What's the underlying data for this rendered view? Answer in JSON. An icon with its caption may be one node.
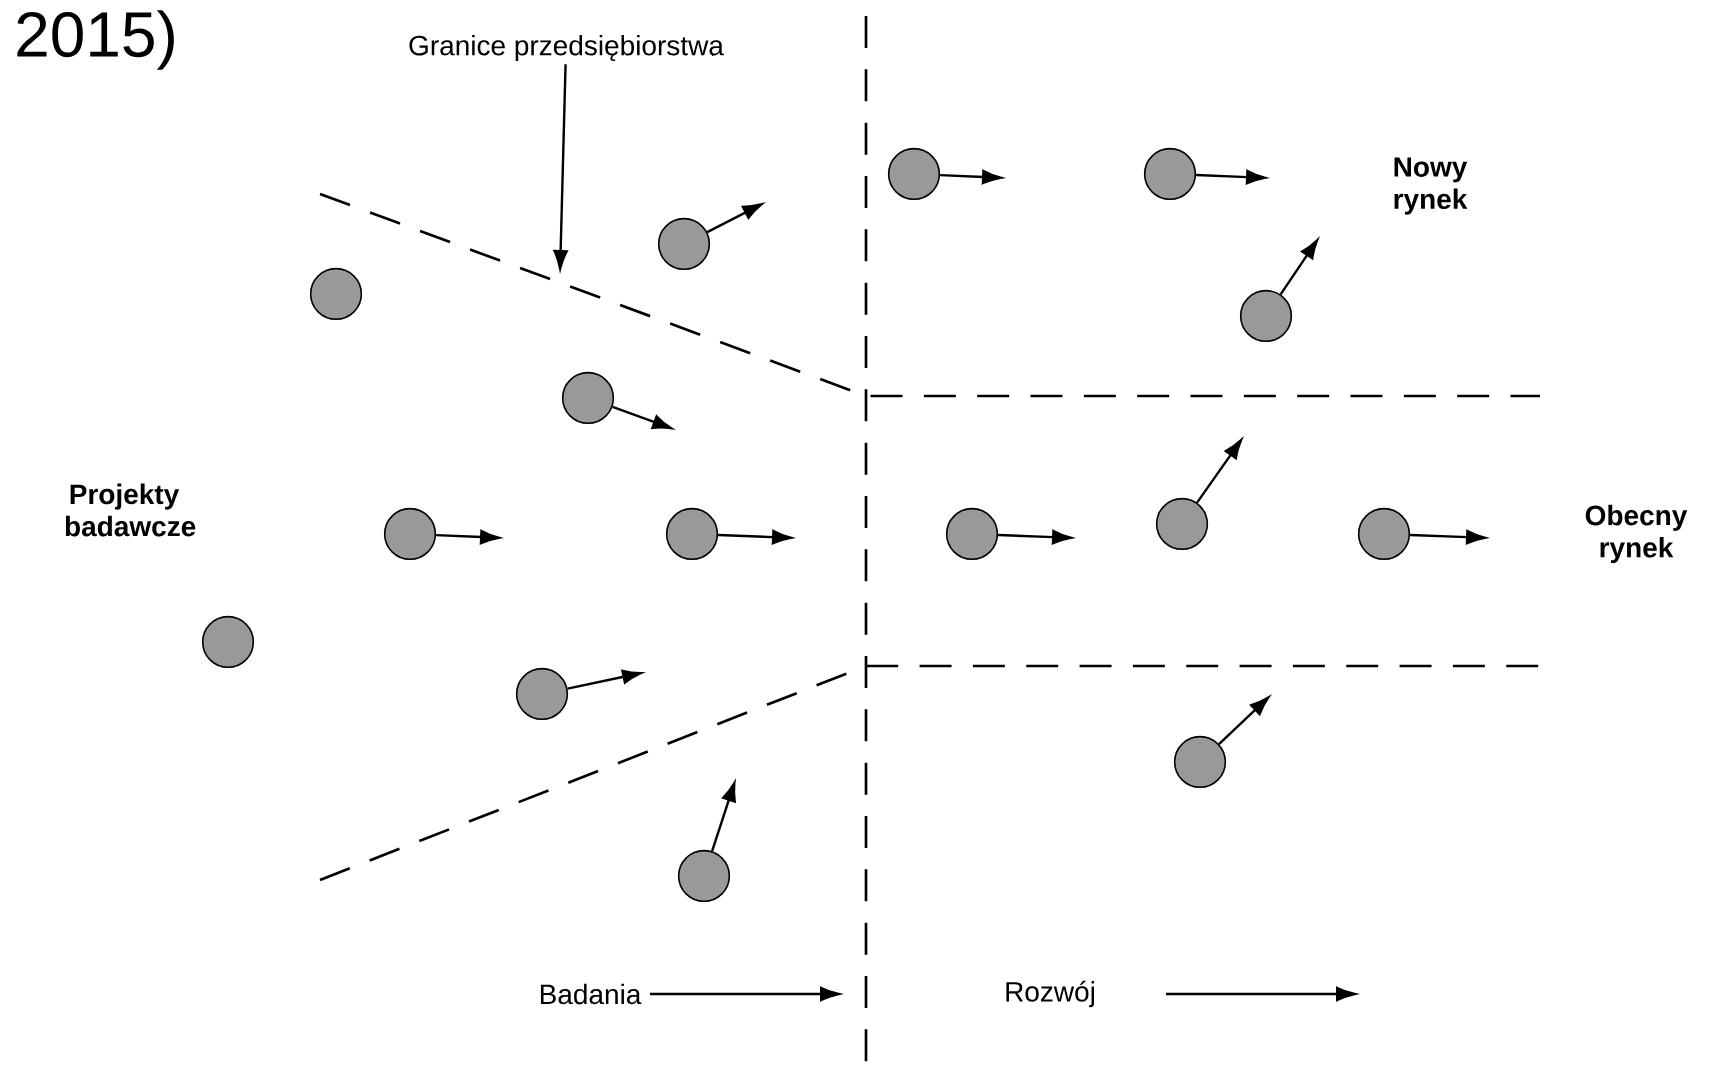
{
  "diagram": {
    "nodes": [
      {
        "text": [
          "Granice przedsiębiorstwa"
        ]
      },
      {
        "text": [],
        "shape": "circle"
      },
      {
        "text": [],
        "shape": "circle"
      },
      {
        "text": [],
        "shape": "circle"
      },
      {
        "text": [],
        "shape": "circle"
      },
      {
        "text": [],
        "shape": "circle"
      },
      {
        "text": [],
        "shape": "circle"
      },
      {
        "text": [],
        "shape": "circle"
      },
      {
        "text": [],
        "shape": "circle"
      },
      {
        "text": [],
        "shape": "circle"
      },
      {
        "text": [],
        "shape": "circle"
      },
      {
        "text": [],
        "shape": "circle"
      },
      {
        "text": [],
        "shape": "circle"
      },
      {
        "text": [],
        "shape": "circle"
      },
      {
        "text": [],
        "shape": "circle"
      },
      {
        "text": [],
        "shape": "circle"
      }
    ],
    "edges": [
      {
        "from": 0,
        "to": null,
        "arrow": "to"
      },
      {
        "from": 3,
        "to": null,
        "arrow": "to"
      },
      {
        "from": 4,
        "to": null,
        "arrow": "to"
      },
      {
        "from": 5,
        "to": null,
        "arrow": "to"
      },
      {
        "from": 6,
        "to": null,
        "arrow": "to"
      },
      {
        "from": 7,
        "to": null,
        "arrow": "to"
      },
      {
        "from": 8,
        "to": null,
        "arrow": "to"
      },
      {
        "from": 9,
        "to": null,
        "arrow": "to"
      },
      {
        "from": 10,
        "to": null,
        "arrow": "to"
      },
      {
        "from": 11,
        "to": null,
        "arrow": "to"
      },
      {
        "from": 12,
        "to": null,
        "arrow": "to"
      },
      {
        "from": 13,
        "to": null,
        "arrow": "to"
      },
      {
        "from": 14,
        "to": null,
        "arrow": "to"
      },
      {
        "from": 15,
        "to": null,
        "arrow": "to"
      }
    ],
    "labels": [
      "2015)",
      "Nowy rynek",
      "Projekty badawcze",
      "Obecny rynek",
      "Badania",
      "Rozwój"
    ]
  }
}
